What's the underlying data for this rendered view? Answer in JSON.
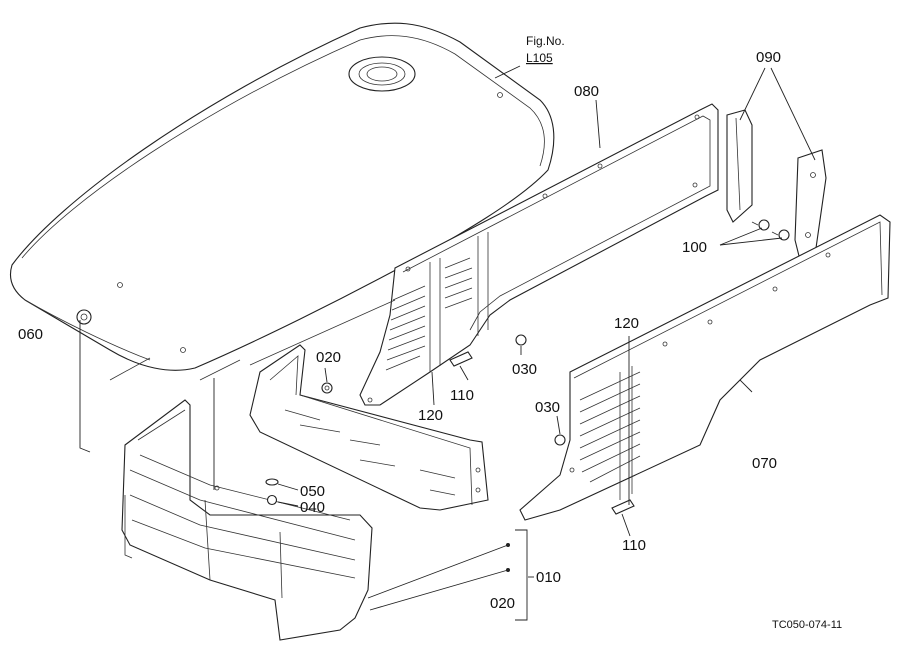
{
  "figure": {
    "ref_label": "Fig.No.",
    "ref_number": "L105",
    "drawing_code": "TC050-074-11"
  },
  "callouts": {
    "c010": "010",
    "c020a": "020",
    "c020b": "020",
    "c030a": "030",
    "c030b": "030",
    "c040": "040",
    "c050": "050",
    "c060": "060",
    "c070": "070",
    "c080": "080",
    "c090": "090",
    "c100": "100",
    "c110a": "110",
    "c110b": "110",
    "c120a": "120",
    "c120b": "120"
  }
}
